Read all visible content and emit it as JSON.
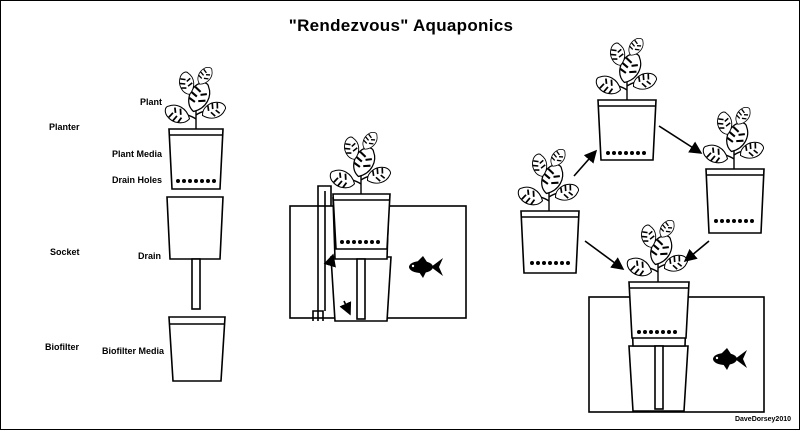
{
  "title": "\"Rendezvous\"  Aquaponics",
  "labels": {
    "plant": "Plant",
    "planter": "Planter",
    "plant_media": "Plant Media",
    "drain_holes": "Drain Holes",
    "socket": "Socket",
    "drain": "Drain",
    "biofilter": "Biofilter",
    "biofilter_media": "Biofilter Media"
  },
  "credit": "DaveDorsey2010",
  "icons": [
    "monstera-leaf-icon",
    "goldfish-icon",
    "arrow-icon"
  ],
  "colors": {
    "stroke": "#000000",
    "background": "#ffffff"
  }
}
